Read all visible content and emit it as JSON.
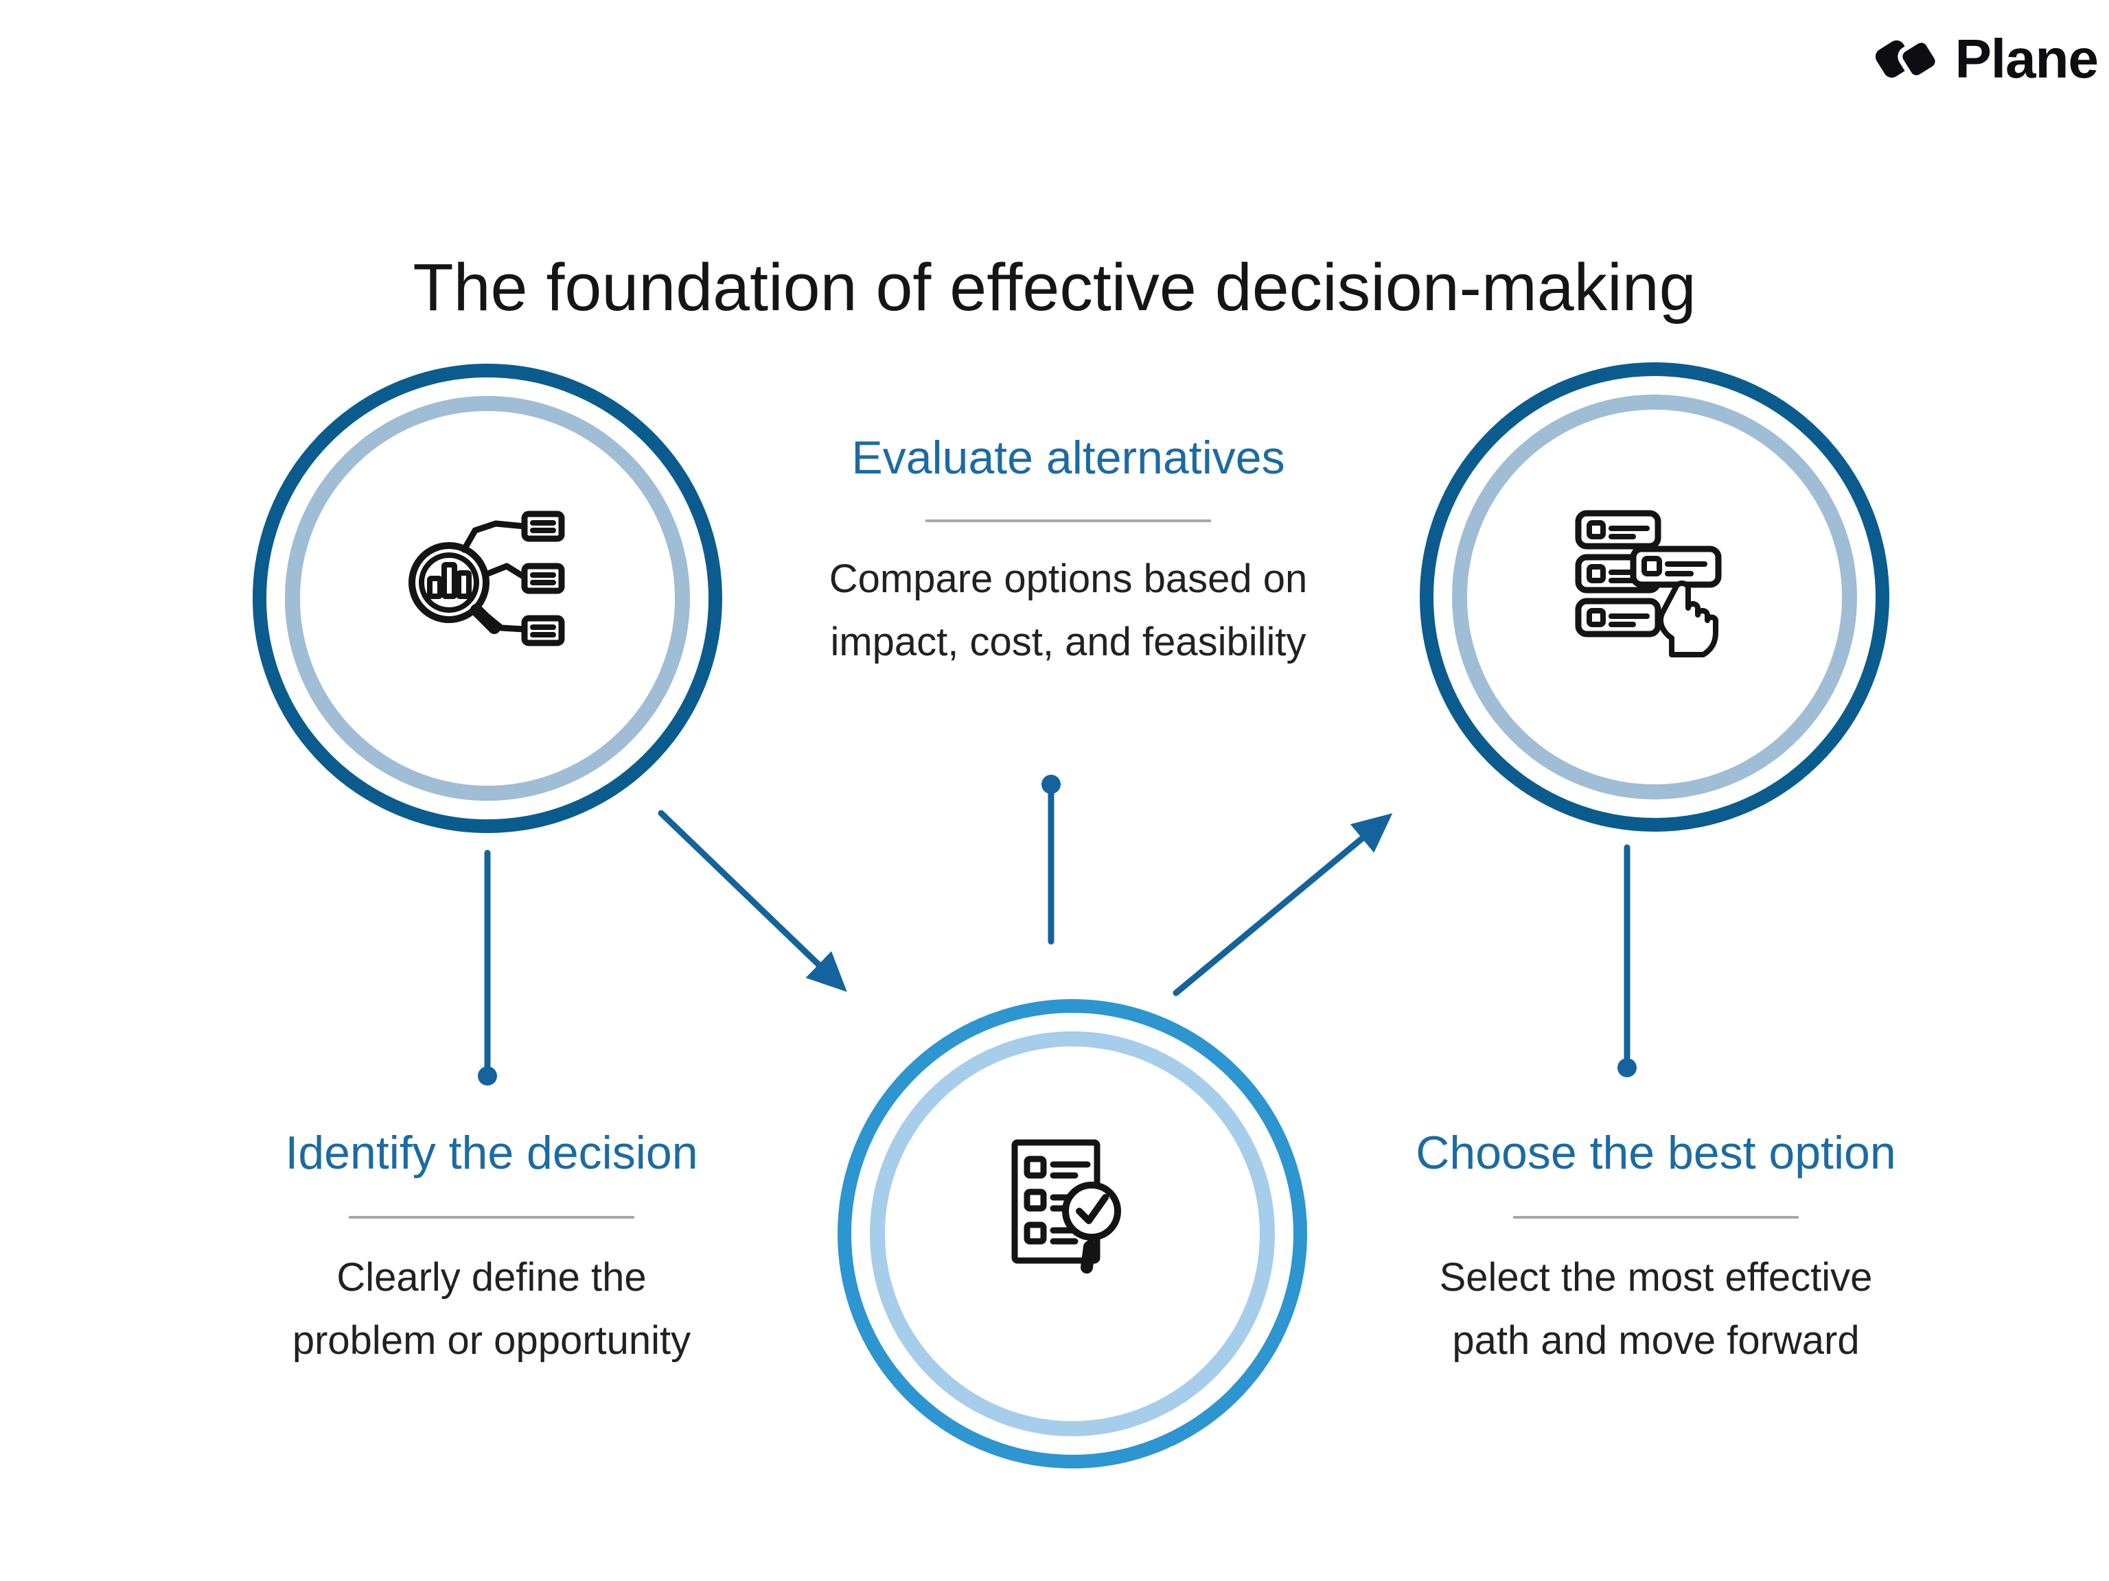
{
  "brand": {
    "name": "Plane"
  },
  "title": "The foundation of effective decision-making",
  "steps": [
    {
      "id": "identify",
      "heading": "Identify the decision",
      "line1": "Clearly define the",
      "line2": "problem or opportunity",
      "icon": "magnifier-bar-chart-analysis-icon"
    },
    {
      "id": "evaluate",
      "heading": "Evaluate alternatives",
      "line1": "Compare options based on",
      "line2": "impact, cost, and feasibility",
      "icon": "checklist-magnifier-check-icon"
    },
    {
      "id": "choose",
      "heading": "Choose the best option",
      "line1": "Select the most effective",
      "line2": "path and move forward",
      "icon": "option-cards-hand-select-icon"
    }
  ],
  "colors": {
    "background": "#ffffff",
    "title_text": "#151517",
    "heading_text": "#1b6ba3",
    "body_text": "#212121",
    "divider": "#a8a8a8",
    "ring_outer_dark": "#0b5c8e",
    "ring_inner_light": "#9fbdd4",
    "ring_outer_bright": "#2d95d0",
    "ring_inner_bright": "#a6cde9",
    "connector": "#14639c",
    "icon_stroke": "#141414",
    "logo_color": "#0e0e12"
  }
}
